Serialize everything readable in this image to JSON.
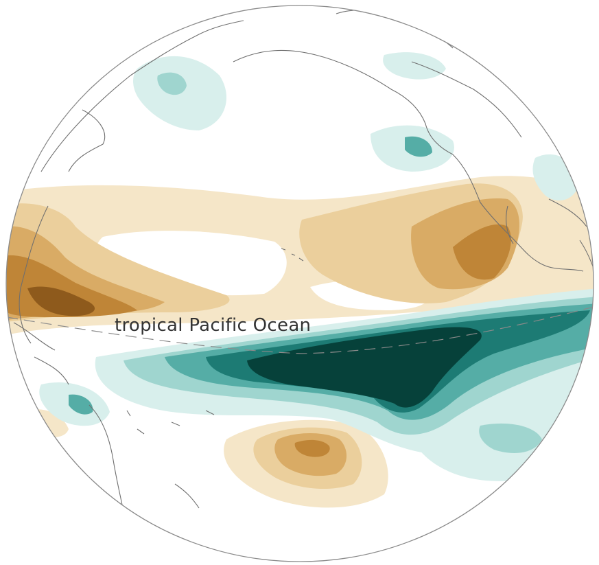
{
  "map": {
    "region_label": "tropical Pacific Ocean",
    "projection": "orthographic globe",
    "equator_style": "dashed",
    "palette": {
      "warm_1": "#f5e6c8",
      "warm_2": "#ebcf9c",
      "warm_3": "#d9ab65",
      "warm_4": "#bf8537",
      "warm_5": "#8e5a1c",
      "cool_1": "#d8efec",
      "cool_2": "#9fd5cf",
      "cool_3": "#55ada6",
      "cool_4": "#1d7b74",
      "cool_5": "#06413a",
      "coastline": "#6f6f6f",
      "globe_edge": "#8a8a8a"
    }
  }
}
